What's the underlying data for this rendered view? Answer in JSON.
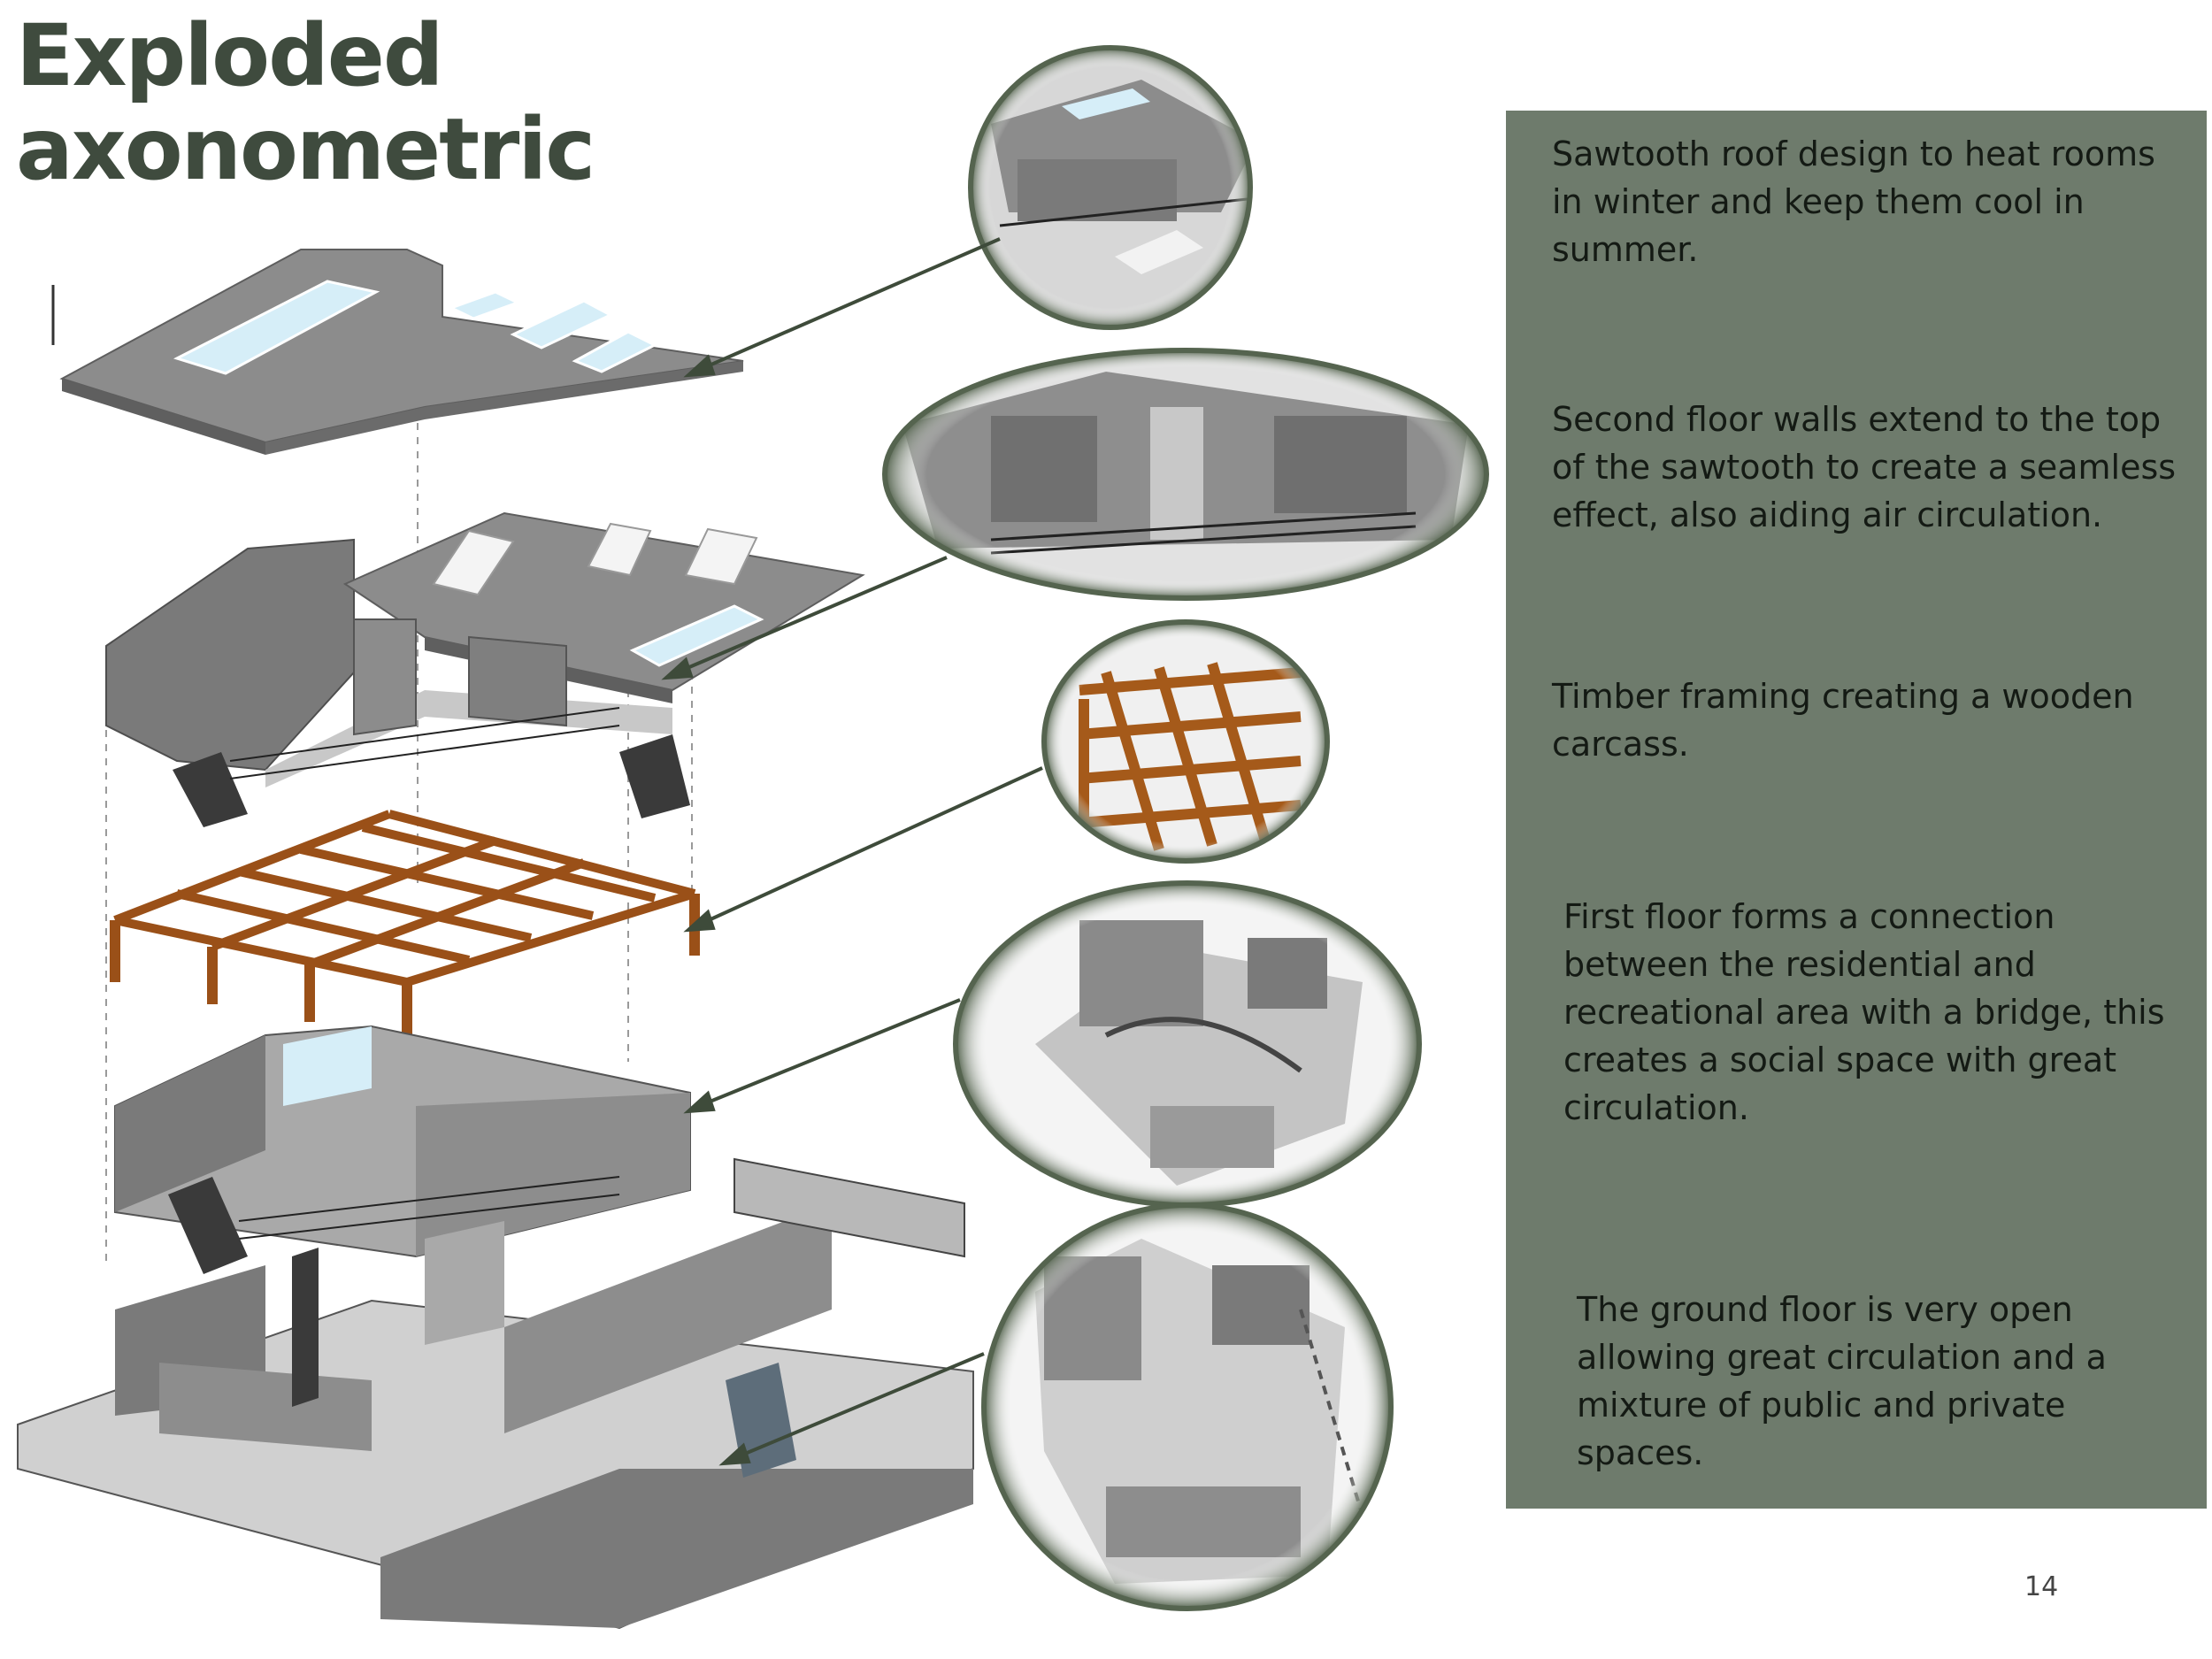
{
  "title": {
    "line1": "Exploded",
    "line2": "axonometric"
  },
  "notes": [
    {
      "id": "roof",
      "text": "Sawtooth roof design to heat rooms in winter and keep them cool in summer."
    },
    {
      "id": "second-floor",
      "text": "Second floor walls extend to the top of the sawtooth to create a seamless effect, also aiding air circulation."
    },
    {
      "id": "timber-frame",
      "text": "Timber framing creating a wooden carcass."
    },
    {
      "id": "first-floor",
      "text": "First floor forms a connection between the residential and recreational area with a bridge, this creates a social space with great circulation."
    },
    {
      "id": "ground-floor",
      "text": "The ground floor is very open allowing great circulation and a mixture of public and private spaces."
    }
  ],
  "page_number": "14",
  "colors": {
    "title": "#3f4b3e",
    "panel": "#6e7b6c",
    "note_text": "#141a14",
    "leader_line": "#3e4b3a",
    "detail_frame": "#55644f",
    "timber": "#b5651d",
    "wall_dark": "#7a7a7a",
    "wall_light": "#bdbdbd",
    "floor": "#cfcfcf",
    "glazing": "#d6eef8"
  },
  "layers": [
    "roof",
    "second-floor",
    "timber-frame",
    "first-floor",
    "ground-floor"
  ]
}
